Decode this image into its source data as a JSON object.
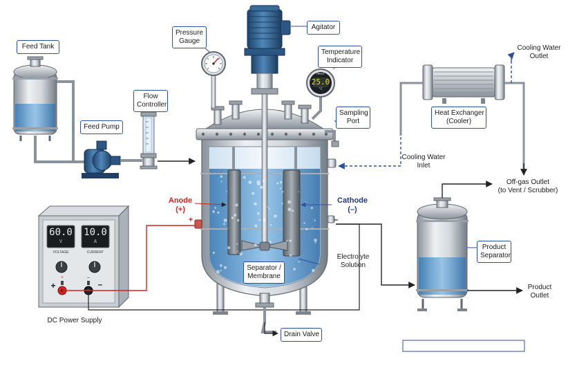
{
  "labels": {
    "feed_tank": "Feed Tank",
    "feed_pump": "Feed Pump",
    "flow_controller": [
      "Flow",
      "Controller"
    ],
    "pressure_gauge": [
      "Pressure",
      "Gauge"
    ],
    "agitator": "Agitator",
    "temperature_indicator": [
      "Temperature",
      "Indicator"
    ],
    "sampling_port": [
      "Sampling",
      "Port"
    ],
    "heat_exchanger": [
      "Heat Exchanger",
      "(Cooler)"
    ],
    "cooling_water_outlet": [
      "Cooling Water",
      "Outlet"
    ],
    "cooling_water_inlet": [
      "Cooling Water",
      "Inlet"
    ],
    "off_gas_outlet": [
      "Off-gas Outlet",
      "(to Vent / Scrubber)"
    ],
    "anode": [
      "Anode",
      "(+)"
    ],
    "cathode": [
      "Cathode",
      "(–)"
    ],
    "separator_membrane": [
      "Separator /",
      "Membrane"
    ],
    "electrolyte_solution": [
      "Electrolyte",
      "Solution"
    ],
    "product_separator": [
      "Product",
      "Separator"
    ],
    "product_outlet": [
      "Product",
      "Outlet"
    ],
    "drain_valve": "Drain Valve",
    "dc_power_supply": "DC Power Supply"
  },
  "power_supply": {
    "voltage_value": "60.0",
    "voltage_unit": "V",
    "current_value": "10.0",
    "current_unit": "A",
    "voltage_caption": "VOLTAGE",
    "current_caption": "CURRENT",
    "plus_sign": "+",
    "minus_sign": "–",
    "terminal_plus": "+",
    "terminal_minus": "–"
  },
  "temperature_display": {
    "heading": "Heat",
    "value": "25.0",
    "unit": "°C"
  },
  "reactor_terminals": {
    "anode_sign": "+",
    "cathode_sign": "–"
  },
  "colors": {
    "steel_light": "#e4e8ec",
    "steel_dark": "#7d858e",
    "liquid": "#4f8fc6",
    "agitator_motor": "#2f5d8a",
    "anode_wire": "#d32222",
    "cathode_wire": "#222222",
    "cooling_line": "#2b4fa0",
    "label_border": "#2b4fa0"
  }
}
